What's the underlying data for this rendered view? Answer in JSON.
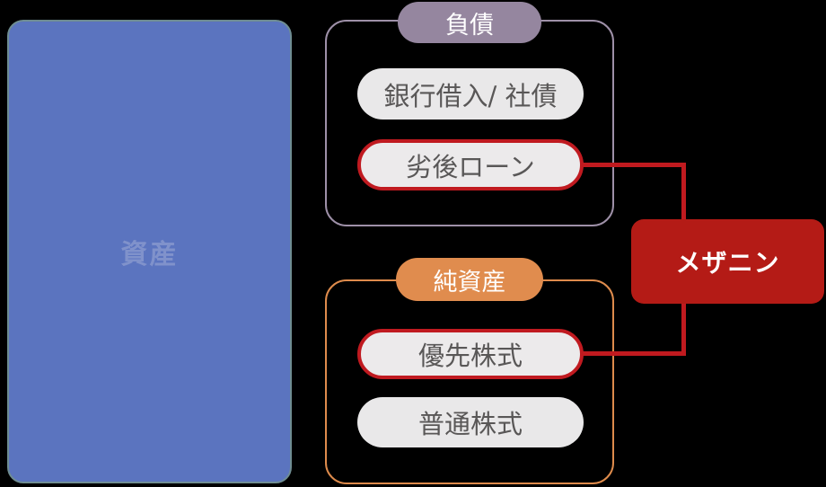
{
  "diagram": {
    "title_hint": "balance-sheet mezzanine finance diagram",
    "asset": {
      "label": "資産"
    },
    "liabilities": {
      "header": "負債",
      "items": [
        {
          "label": "銀行借入/ 社債",
          "highlighted": false
        },
        {
          "label": "劣後ローン",
          "highlighted": true
        }
      ]
    },
    "equity": {
      "header": "純資産",
      "items": [
        {
          "label": "優先株式",
          "highlighted": true
        },
        {
          "label": "普通株式",
          "highlighted": false
        }
      ]
    },
    "mezzanine": {
      "label": "メザニン"
    },
    "colors": {
      "background": "#000000",
      "asset_fill": "#5b74bf",
      "asset_border": "#6f8d92",
      "asset_label_text": "#8092cb",
      "liabilities_header_fill": "#95869f",
      "liabilities_box_border": "#9e90a8",
      "equity_header_fill": "#e08c4e",
      "equity_box_border": "#de8b4c",
      "pill_fill": "#e9e8e9",
      "pill_text": "#595757",
      "highlight_border_red": "#c01a20",
      "connector_red": "#c01a1f",
      "mezzanine_fill": "#b41b16",
      "header_text": "#ffffff",
      "mezzanine_text": "#ffffff"
    }
  }
}
